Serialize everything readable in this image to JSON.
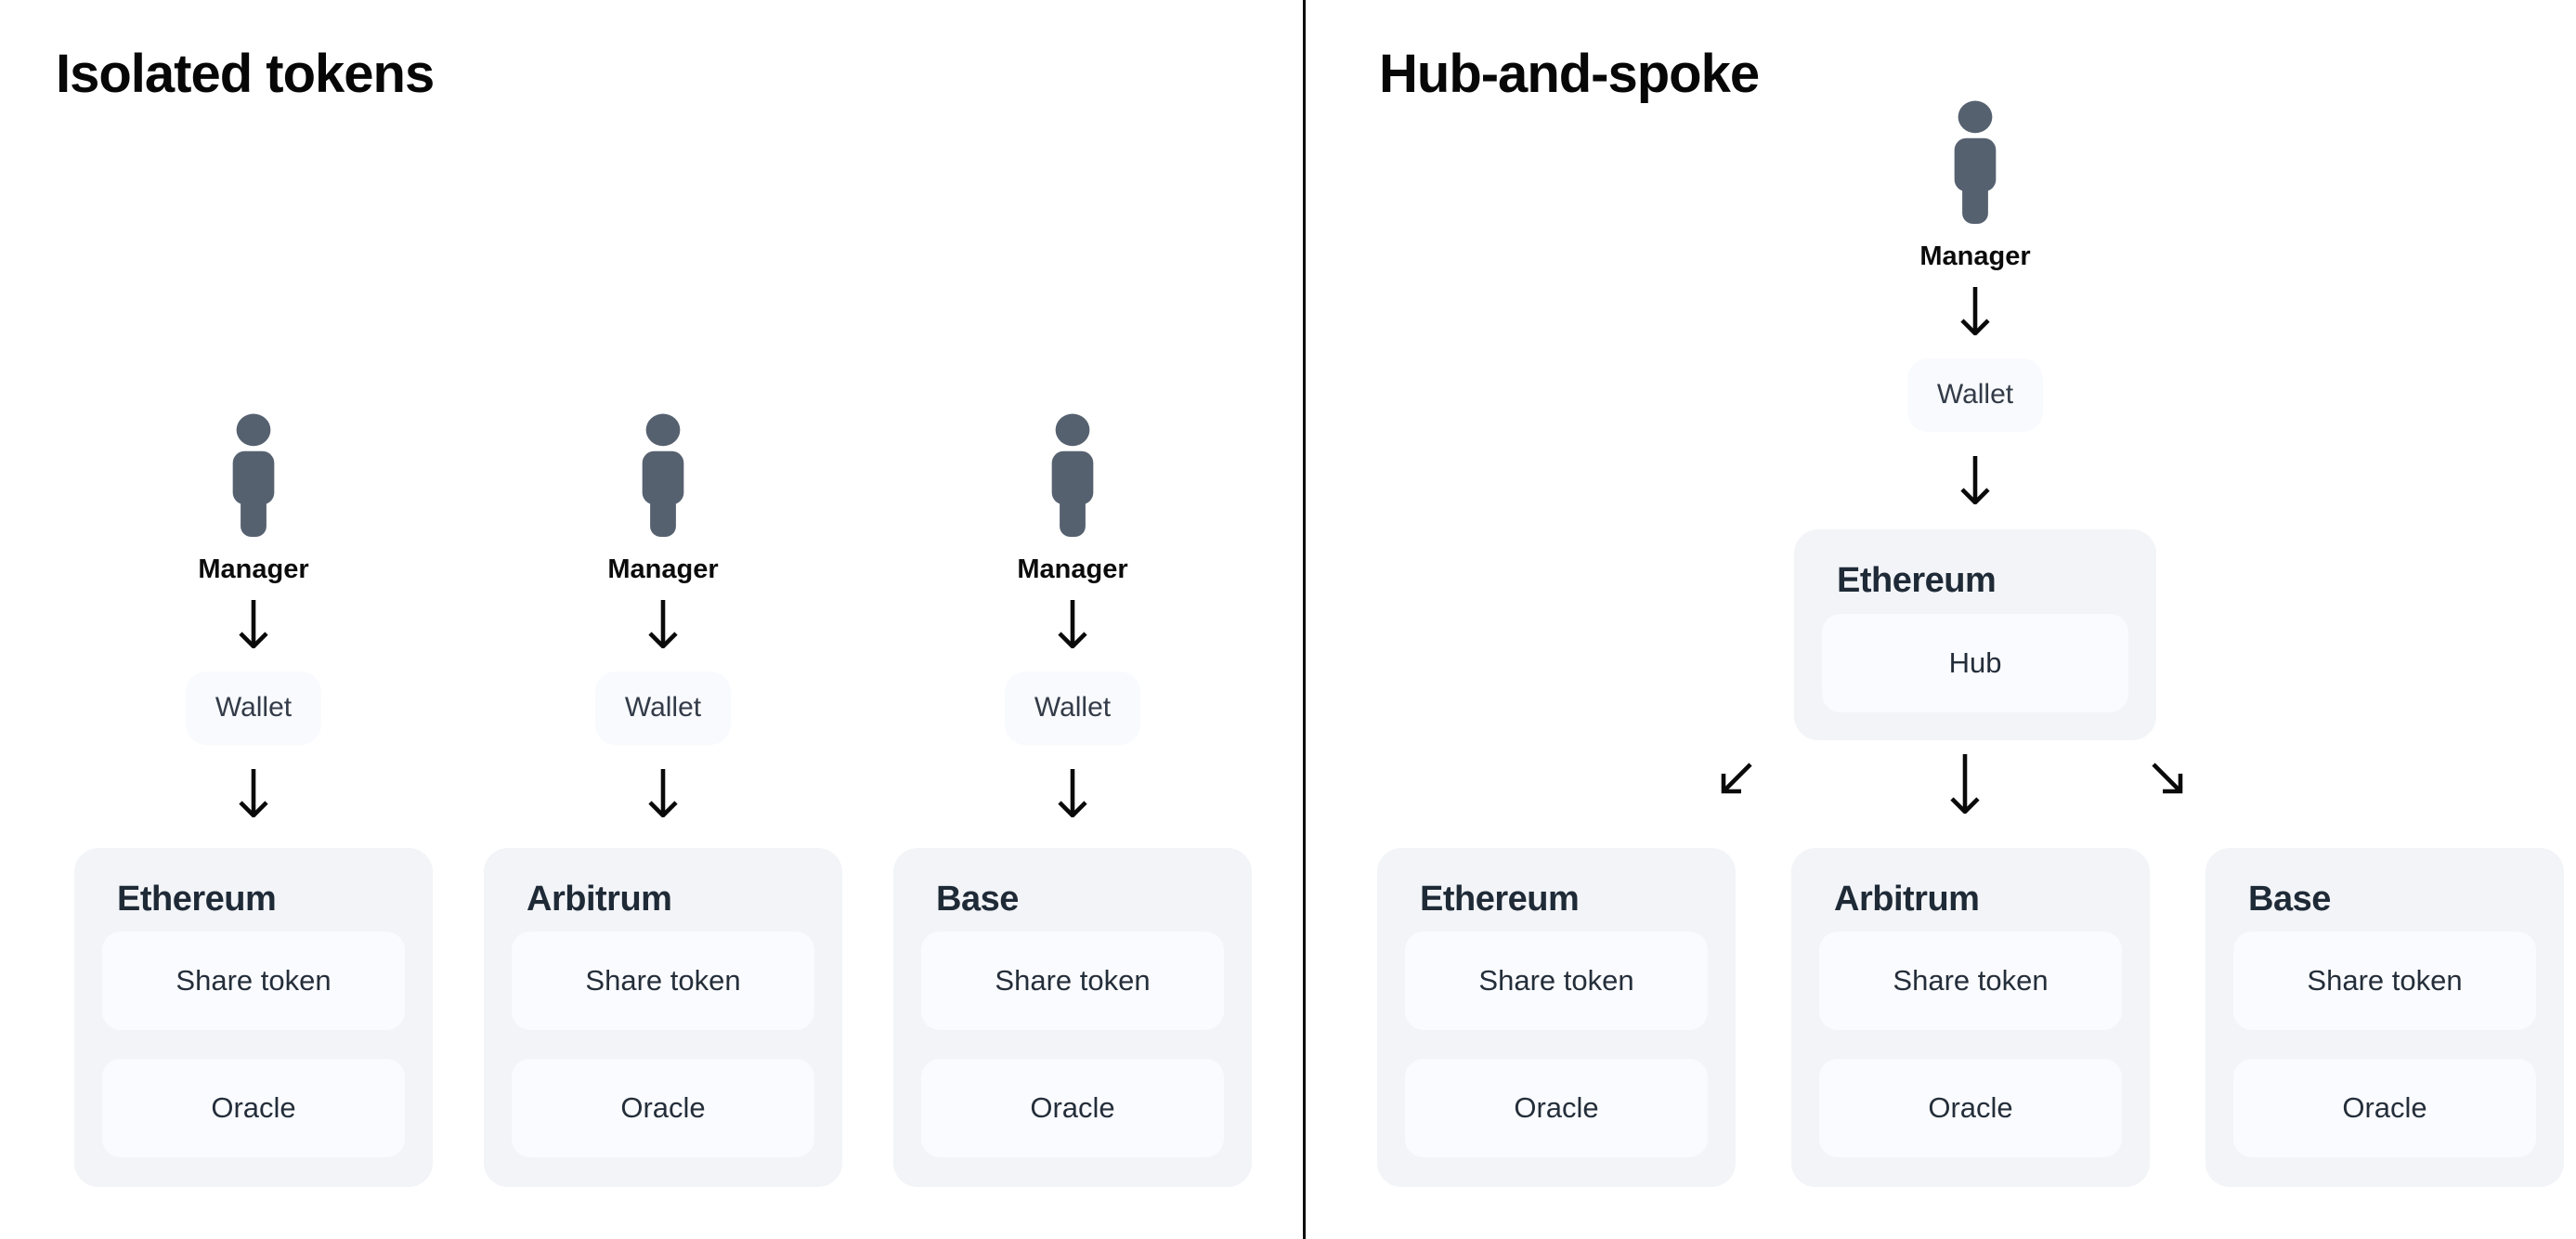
{
  "left_panel": {
    "title": "Isolated tokens",
    "columns": [
      {
        "manager_label": "Manager",
        "wallet_label": "Wallet",
        "chain": {
          "name": "Ethereum",
          "components": [
            "Share token",
            "Oracle"
          ]
        }
      },
      {
        "manager_label": "Manager",
        "wallet_label": "Wallet",
        "chain": {
          "name": "Arbitrum",
          "components": [
            "Share token",
            "Oracle"
          ]
        }
      },
      {
        "manager_label": "Manager",
        "wallet_label": "Wallet",
        "chain": {
          "name": "Base",
          "components": [
            "Share token",
            "Oracle"
          ]
        }
      }
    ]
  },
  "right_panel": {
    "title": "Hub-and-spoke",
    "manager_label": "Manager",
    "wallet_label": "Wallet",
    "hub_card": {
      "chain_name": "Ethereum",
      "component": "Hub"
    },
    "chains": [
      {
        "name": "Ethereum",
        "components": [
          "Share token",
          "Oracle"
        ]
      },
      {
        "name": "Arbitrum",
        "components": [
          "Share token",
          "Oracle"
        ]
      },
      {
        "name": "Base",
        "components": [
          "Share token",
          "Oracle"
        ]
      }
    ]
  },
  "icons": {
    "person": "person-silhouette-icon",
    "arrow_down": "arrow-down-icon",
    "arrow_down_left": "arrow-down-left-icon",
    "arrow_down_right": "arrow-down-right-icon"
  },
  "colors": {
    "background": "#ffffff",
    "divider": "#0d0d0d",
    "card_bg": "#f2f4f7",
    "inner_box_bg": "#fafbfe",
    "wallet_bg": "#f8fafd",
    "person_icon": "#566170",
    "chain_title": "#1f2a37",
    "component_text": "#242e3a",
    "wallet_text": "#333b48",
    "arrow": "#0a0a0a",
    "heading": "#070707",
    "manager_text": "#0b0b0b"
  }
}
